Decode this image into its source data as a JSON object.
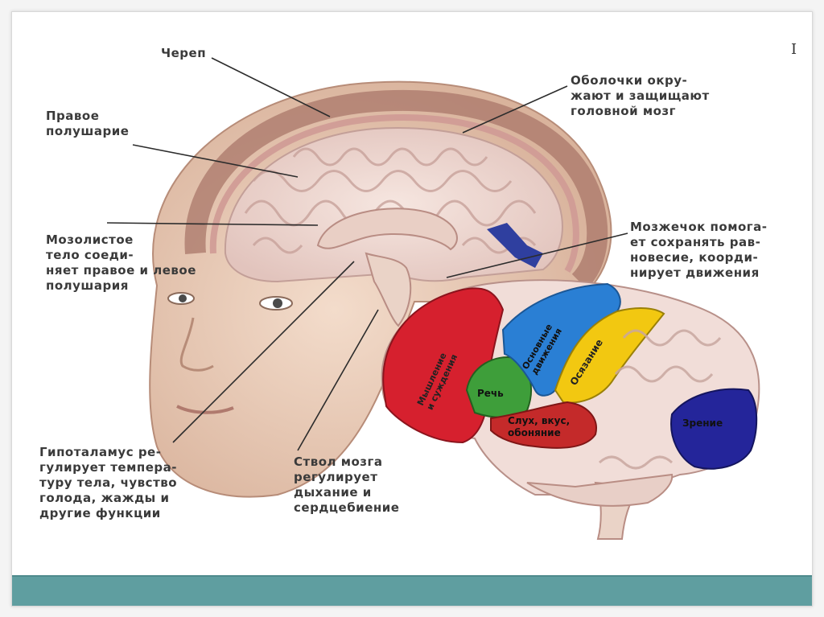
{
  "page_number": "I",
  "labels": {
    "skull": [
      "Череп"
    ],
    "right_hemisphere": [
      "Правое",
      "полушарие"
    ],
    "corpus_callosum": [
      "Мозолистое",
      "тело соеди-",
      "няет правое и левое",
      "полушария"
    ],
    "meninges": [
      "Оболочки окру-",
      "жают и защищают",
      "головной мозг"
    ],
    "cerebellum": [
      "Мозжечок помога-",
      "ет сохранять рав-",
      "новесие, коорди-",
      "нирует движения"
    ],
    "hypothalamus": [
      "Гипоталамус ре-",
      "гулирует темпера-",
      "туру тела, чувство",
      "голода, жажды и",
      "другие функции"
    ],
    "brainstem": [
      "Ствол мозга",
      "регулирует",
      "дыхание и",
      "сердцебиение"
    ]
  },
  "brain_areas": {
    "thinking": [
      "Мышление",
      "и суждения"
    ],
    "motor": [
      "Основные",
      "движения"
    ],
    "touch": "Осязание",
    "speech": "Речь",
    "hearing": [
      "Слух, вкус,",
      "обоняние"
    ],
    "vision": "Зрение"
  },
  "colors": {
    "footer_bar": "#5f9ea0",
    "thinking_area": "#d6202e",
    "motor_area": "#2a7fd4",
    "touch_area": "#f2c811",
    "speech_area": "#3e9e3a",
    "hearing_area": "#c42a2a",
    "vision_area": "#24259a",
    "cerebellum_arrow": "#2f3f9f"
  }
}
